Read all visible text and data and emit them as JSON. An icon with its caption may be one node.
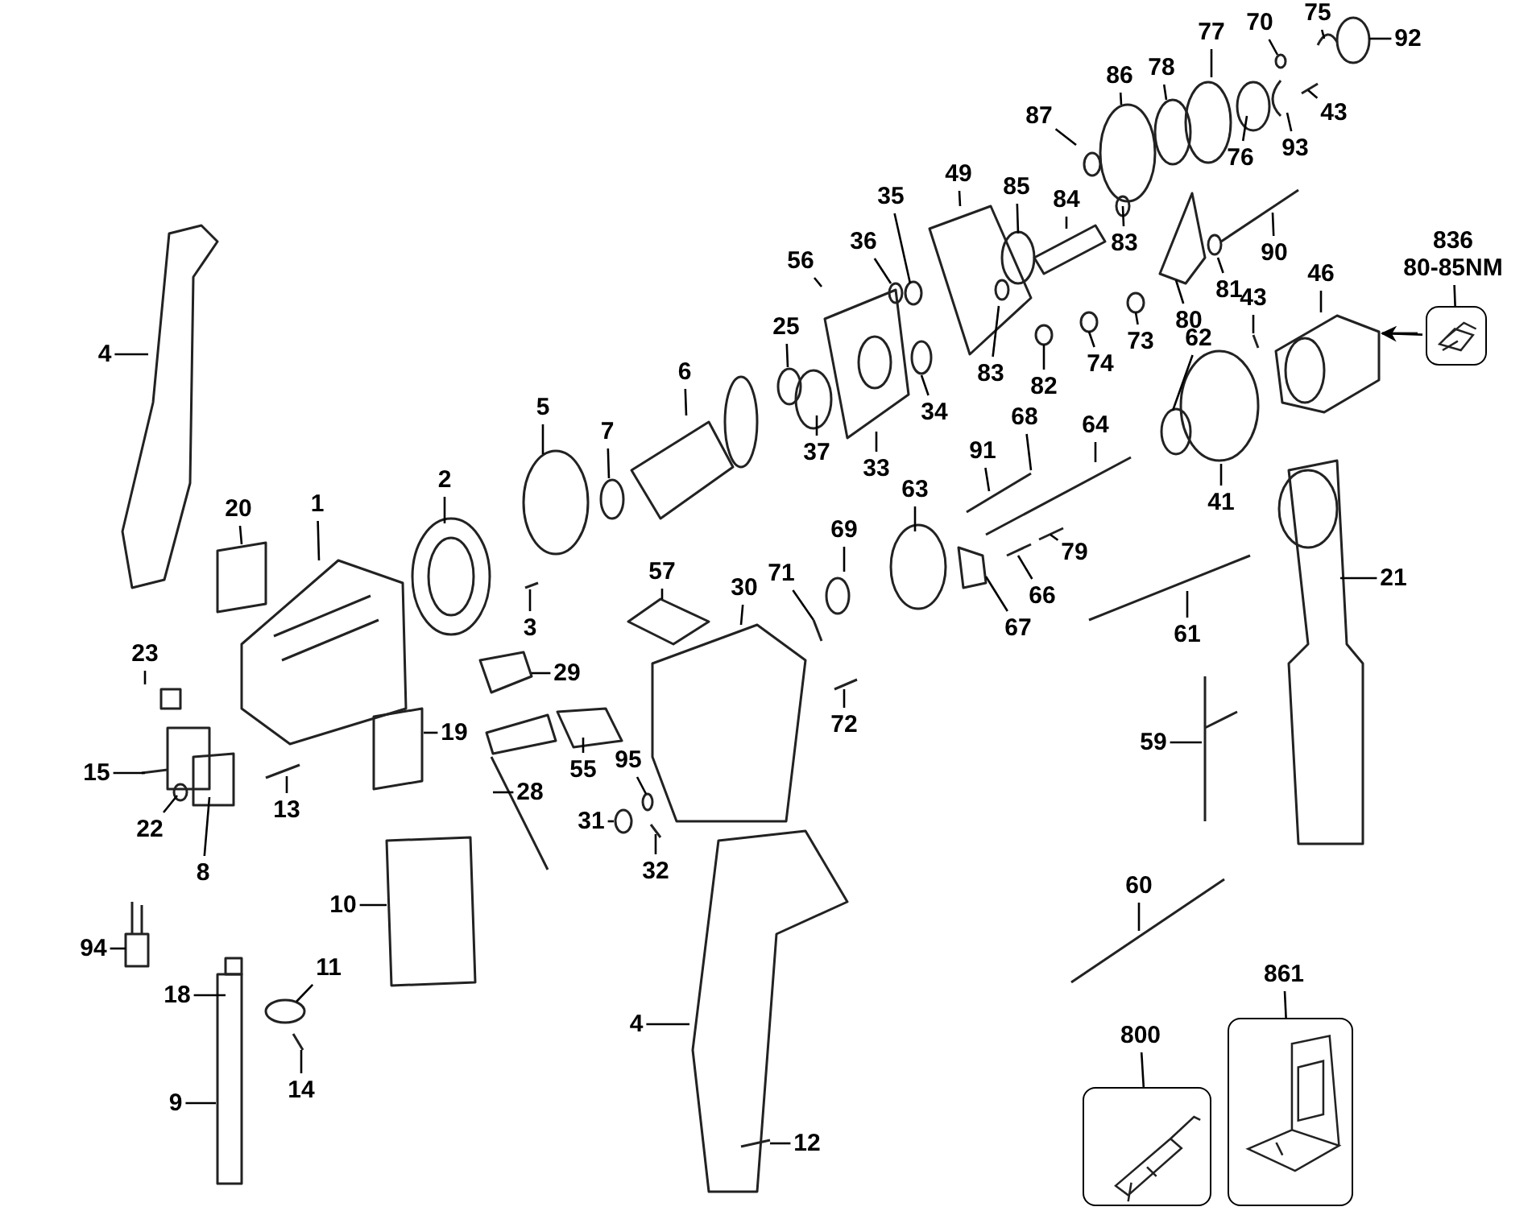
{
  "diagram": {
    "nodes": [
      {
        "text": [
          "4"
        ]
      },
      {
        "text": [
          "20"
        ]
      },
      {
        "text": [
          "1"
        ]
      },
      {
        "text": [
          "2"
        ]
      },
      {
        "text": [
          "5"
        ]
      },
      {
        "text": [
          "7"
        ]
      },
      {
        "text": [
          "6"
        ]
      },
      {
        "text": [
          "25"
        ]
      },
      {
        "text": [
          "56"
        ]
      },
      {
        "text": [
          "36"
        ]
      },
      {
        "text": [
          "35"
        ]
      },
      {
        "text": [
          "49"
        ]
      },
      {
        "text": [
          "85"
        ]
      },
      {
        "text": [
          "84"
        ]
      },
      {
        "text": [
          "87"
        ]
      },
      {
        "text": [
          "86"
        ]
      },
      {
        "text": [
          "78"
        ]
      },
      {
        "text": [
          "77"
        ]
      },
      {
        "text": [
          "70"
        ]
      },
      {
        "text": [
          "75"
        ]
      },
      {
        "text": [
          "92"
        ]
      },
      {
        "text": [
          "43"
        ]
      },
      {
        "text": [
          "93"
        ]
      },
      {
        "text": [
          "76"
        ]
      },
      {
        "text": [
          "83"
        ]
      },
      {
        "text": [
          "83"
        ]
      },
      {
        "text": [
          "81"
        ]
      },
      {
        "text": [
          "90"
        ]
      },
      {
        "text": [
          "80"
        ]
      },
      {
        "text": [
          "73"
        ]
      },
      {
        "text": [
          "74"
        ]
      },
      {
        "text": [
          "82"
        ]
      },
      {
        "text": [
          "836",
          "80-85NM"
        ]
      },
      {
        "text": [],
        "shape": "picture"
      },
      {
        "text": [
          "46"
        ]
      },
      {
        "text": [
          "43"
        ]
      },
      {
        "text": [
          "62"
        ]
      },
      {
        "text": [
          "34"
        ]
      },
      {
        "text": [
          "37"
        ]
      },
      {
        "text": [
          "33"
        ]
      },
      {
        "text": [
          "68"
        ]
      },
      {
        "text": [
          "91"
        ]
      },
      {
        "text": [
          "64"
        ]
      },
      {
        "text": [
          "41"
        ]
      },
      {
        "text": [
          "63"
        ]
      },
      {
        "text": [
          "69"
        ]
      },
      {
        "text": [
          "79"
        ]
      },
      {
        "text": [
          "66"
        ]
      },
      {
        "text": [
          "67"
        ]
      },
      {
        "text": [
          "21"
        ]
      },
      {
        "text": [
          "57"
        ]
      },
      {
        "text": [
          "30"
        ]
      },
      {
        "text": [
          "71"
        ]
      },
      {
        "text": [
          "61"
        ]
      },
      {
        "text": [
          "72"
        ]
      },
      {
        "text": [
          "3"
        ]
      },
      {
        "text": [
          "29"
        ]
      },
      {
        "text": [
          "19"
        ]
      },
      {
        "text": [
          "55"
        ]
      },
      {
        "text": [
          "28"
        ]
      },
      {
        "text": [
          "23"
        ]
      },
      {
        "text": [
          "15"
        ]
      },
      {
        "text": [
          "22"
        ]
      },
      {
        "text": [
          "8"
        ]
      },
      {
        "text": [
          "13"
        ]
      },
      {
        "text": [
          "95"
        ]
      },
      {
        "text": [
          "31"
        ]
      },
      {
        "text": [
          "32"
        ]
      },
      {
        "text": [
          "10"
        ]
      },
      {
        "text": [
          "59"
        ]
      },
      {
        "text": [
          "60"
        ]
      },
      {
        "text": [
          "94"
        ]
      },
      {
        "text": [
          "18"
        ]
      },
      {
        "text": [
          "11"
        ]
      },
      {
        "text": [
          "14"
        ]
      },
      {
        "text": [
          "9"
        ]
      },
      {
        "text": [
          "4"
        ]
      },
      {
        "text": [
          "12"
        ]
      },
      {
        "text": [
          "800"
        ]
      },
      {
        "text": [],
        "shape": "picture"
      },
      {
        "text": [
          "861"
        ]
      },
      {
        "text": [],
        "shape": "picture"
      }
    ],
    "edges": [
      {
        "from": 0,
        "to": null,
        "arrow": "none"
      },
      {
        "from": 1,
        "to": null,
        "arrow": "none"
      },
      {
        "from": 2,
        "to": null,
        "arrow": "none"
      },
      {
        "from": 3,
        "to": null,
        "arrow": "none"
      },
      {
        "from": 4,
        "to": null,
        "arrow": "none"
      },
      {
        "from": 5,
        "to": null,
        "arrow": "none"
      },
      {
        "from": 6,
        "to": null,
        "arrow": "none"
      },
      {
        "from": 7,
        "to": null,
        "arrow": "none"
      },
      {
        "from": 8,
        "to": null,
        "arrow": "none"
      },
      {
        "from": 9,
        "to": null,
        "arrow": "none"
      },
      {
        "from": 10,
        "to": null,
        "arrow": "none"
      },
      {
        "from": 11,
        "to": null,
        "arrow": "none"
      },
      {
        "from": 12,
        "to": null,
        "arrow": "none"
      },
      {
        "from": 13,
        "to": null,
        "arrow": "none"
      },
      {
        "from": 14,
        "to": null,
        "arrow": "none"
      },
      {
        "from": 15,
        "to": null,
        "arrow": "none"
      },
      {
        "from": 16,
        "to": null,
        "arrow": "none"
      },
      {
        "from": 17,
        "to": null,
        "arrow": "none"
      },
      {
        "from": 18,
        "to": null,
        "arrow": "none"
      },
      {
        "from": 19,
        "to": null,
        "arrow": "none"
      },
      {
        "from": 20,
        "to": null,
        "arrow": "none"
      },
      {
        "from": 21,
        "to": null,
        "arrow": "none"
      },
      {
        "from": 22,
        "to": null,
        "arrow": "none"
      },
      {
        "from": 23,
        "to": null,
        "arrow": "none"
      },
      {
        "from": 24,
        "to": null,
        "arrow": "none"
      },
      {
        "from": 25,
        "to": null,
        "arrow": "none"
      },
      {
        "from": 26,
        "to": null,
        "arrow": "none"
      },
      {
        "from": 27,
        "to": null,
        "arrow": "none"
      },
      {
        "from": 28,
        "to": null,
        "arrow": "none"
      },
      {
        "from": 29,
        "to": null,
        "arrow": "none"
      },
      {
        "from": 30,
        "to": null,
        "arrow": "none"
      },
      {
        "from": 31,
        "to": null,
        "arrow": "none"
      },
      {
        "from": 32,
        "to": 33,
        "arrow": "none"
      },
      {
        "from": 33,
        "to": null,
        "arrow": "to"
      },
      {
        "from": 34,
        "to": null,
        "arrow": "none"
      },
      {
        "from": 35,
        "to": null,
        "arrow": "none"
      },
      {
        "from": 36,
        "to": null,
        "arrow": "none"
      },
      {
        "from": 37,
        "to": null,
        "arrow": "none"
      },
      {
        "from": 38,
        "to": null,
        "arrow": "none"
      },
      {
        "from": 39,
        "to": null,
        "arrow": "none"
      },
      {
        "from": 40,
        "to": null,
        "arrow": "none"
      },
      {
        "from": 41,
        "to": null,
        "arrow": "none"
      },
      {
        "from": 42,
        "to": null,
        "arrow": "none"
      },
      {
        "from": 43,
        "to": null,
        "arrow": "none"
      },
      {
        "from": 44,
        "to": null,
        "arrow": "none"
      },
      {
        "from": 45,
        "to": null,
        "arrow": "none"
      },
      {
        "from": 46,
        "to": null,
        "arrow": "none"
      },
      {
        "from": 47,
        "to": null,
        "arrow": "none"
      },
      {
        "from": 48,
        "to": null,
        "arrow": "none"
      },
      {
        "from": 49,
        "to": null,
        "arrow": "none"
      },
      {
        "from": 50,
        "to": null,
        "arrow": "none"
      },
      {
        "from": 51,
        "to": null,
        "arrow": "none"
      },
      {
        "from": 52,
        "to": null,
        "arrow": "none"
      },
      {
        "from": 53,
        "to": null,
        "arrow": "none"
      },
      {
        "from": 54,
        "to": null,
        "arrow": "none"
      },
      {
        "from": 55,
        "to": null,
        "arrow": "none"
      },
      {
        "from": 56,
        "to": null,
        "arrow": "none"
      },
      {
        "from": 57,
        "to": null,
        "arrow": "none"
      },
      {
        "from": 58,
        "to": null,
        "arrow": "none"
      },
      {
        "from": 59,
        "to": null,
        "arrow": "none"
      },
      {
        "from": 60,
        "to": null,
        "arrow": "none"
      },
      {
        "from": 61,
        "to": null,
        "arrow": "none"
      },
      {
        "from": 62,
        "to": null,
        "arrow": "none"
      },
      {
        "from": 63,
        "to": null,
        "arrow": "none"
      },
      {
        "from": 64,
        "to": null,
        "arrow": "none"
      },
      {
        "from": 65,
        "to": null,
        "arrow": "none"
      },
      {
        "from": 66,
        "to": null,
        "arrow": "none"
      },
      {
        "from": 67,
        "to": null,
        "arrow": "none"
      },
      {
        "from": 68,
        "to": null,
        "arrow": "none"
      },
      {
        "from": 69,
        "to": null,
        "arrow": "none"
      },
      {
        "from": 70,
        "to": null,
        "arrow": "none"
      },
      {
        "from": 71,
        "to": null,
        "arrow": "none"
      },
      {
        "from": 72,
        "to": null,
        "arrow": "none"
      },
      {
        "from": 73,
        "to": null,
        "arrow": "none"
      },
      {
        "from": 74,
        "to": null,
        "arrow": "none"
      },
      {
        "from": 75,
        "to": null,
        "arrow": "none"
      },
      {
        "from": 76,
        "to": null,
        "arrow": "none"
      },
      {
        "from": 77,
        "to": null,
        "arrow": "none"
      },
      {
        "from": 78,
        "to": 79,
        "arrow": "none"
      },
      {
        "from": 80,
        "to": 81,
        "arrow": "none"
      }
    ]
  }
}
